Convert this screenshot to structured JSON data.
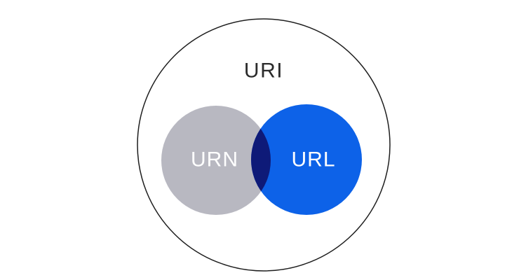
{
  "diagram": {
    "type": "venn",
    "outer_set": {
      "label": "URI"
    },
    "left_set": {
      "label": "URN"
    },
    "right_set": {
      "label": "URL"
    },
    "relationship": "URN and URL are overlapping subsets of URI"
  },
  "colors": {
    "background": "#ffffff",
    "outer_fill": "#ffffff",
    "outer_stroke": "#1e1e1e",
    "title_text": "#2b2b2b",
    "left_fill": "#b8b8c1",
    "right_fill": "#0d62e8",
    "intersection_fill": "#0e1a78",
    "set_label_text": "#ffffff"
  }
}
